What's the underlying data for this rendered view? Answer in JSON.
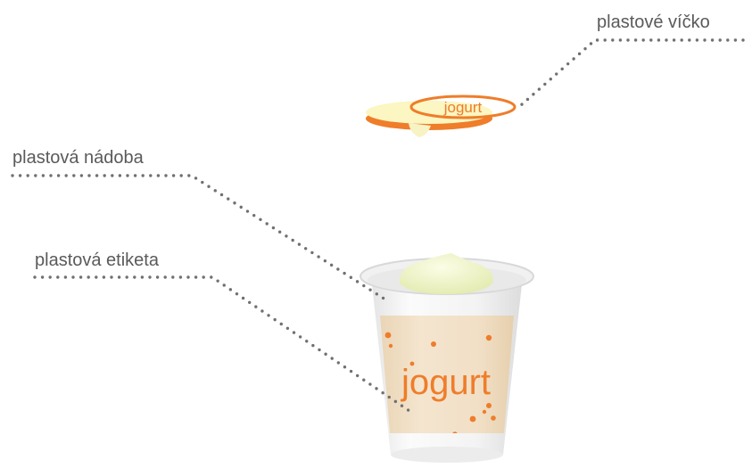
{
  "labels": {
    "lid": "plastové víčko",
    "container": "plastová nádoba",
    "label": "plastová etiketa"
  },
  "product": {
    "lid_text": "jogurt",
    "cup_text": "jogurt"
  },
  "colors": {
    "brand_orange": "#ef7d2a",
    "lid_cream": "#fbf6c2",
    "yogurt": "#eef3c2",
    "label_band": "#f1dfc5",
    "cup_white": "#f4f4f4",
    "leader_grey": "#707070",
    "text_grey": "#5a5a5a"
  }
}
